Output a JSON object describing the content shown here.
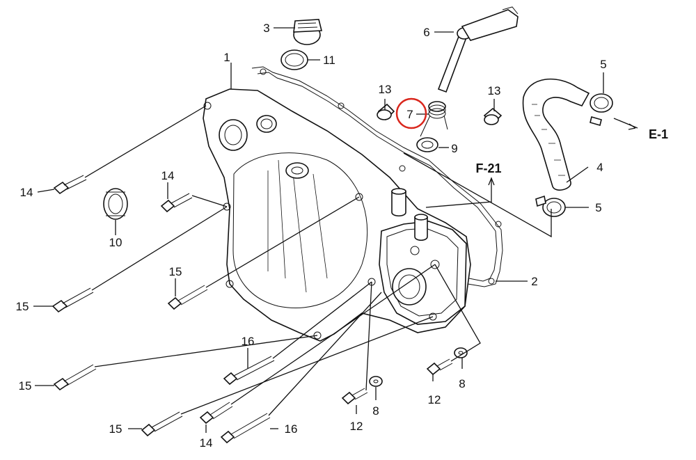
{
  "callouts": {
    "c1": "1",
    "c2": "2",
    "c3": "3",
    "c4": "4",
    "c5a": "5",
    "c5b": "5",
    "c6": "6",
    "c7": "7",
    "c8a": "8",
    "c8b": "8",
    "c9": "9",
    "c10": "10",
    "c11": "11",
    "c12a": "12",
    "c12b": "12",
    "c13a": "13",
    "c13b": "13",
    "c14a": "14",
    "c14b": "14",
    "c14c": "14",
    "c15a": "15",
    "c15b": "15",
    "c15c": "15",
    "c15d": "15",
    "c16a": "16",
    "c16b": "16"
  },
  "refs": {
    "e1": "E-1",
    "f21": "F-21"
  },
  "highlight": {
    "color": "#d9261c"
  },
  "colors": {
    "line": "#111111",
    "background": "#ffffff"
  }
}
